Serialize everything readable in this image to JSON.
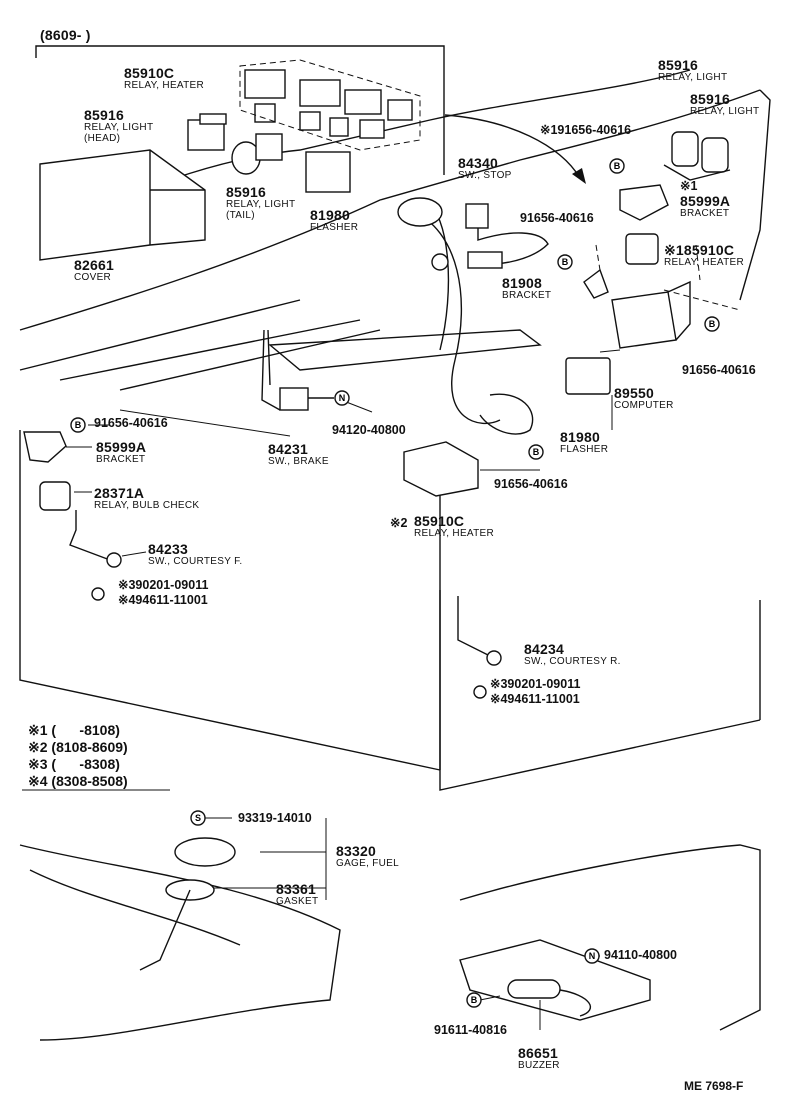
{
  "header": {
    "date_range": "(8609-        )"
  },
  "footer": {
    "code": "ME 7698-F"
  },
  "legend": [
    {
      "mark": "※1",
      "range": "(      -8108)"
    },
    {
      "mark": "※2",
      "range": "(8108-8609)"
    },
    {
      "mark": "※3",
      "range": "(      -8308)"
    },
    {
      "mark": "※4",
      "range": "(8308-8508)"
    }
  ],
  "parts": {
    "relay_heater_top": {
      "number": "85910C",
      "name": "RELAY, HEATER"
    },
    "relay_light_head": {
      "number": "85916",
      "name": "RELAY, LIGHT",
      "sub": "(HEAD)"
    },
    "relay_light_tail": {
      "number": "85916",
      "name": "RELAY, LIGHT",
      "sub": "(TAIL)"
    },
    "cover": {
      "number": "82661",
      "name": "COVER"
    },
    "flasher_top": {
      "number": "81980",
      "name": "FLASHER"
    },
    "sw_stop": {
      "number": "84340",
      "name": "SW., STOP"
    },
    "bolt_a": {
      "number": "※191656-40616"
    },
    "bolt_b": {
      "number": "91656-40616"
    },
    "relay_light_r1": {
      "number": "85916",
      "name": "RELAY, LIGHT"
    },
    "relay_light_r2": {
      "number": "85916",
      "name": "RELAY, LIGHT"
    },
    "bracket_r": {
      "mark": "※1",
      "number": "85999A",
      "name": "BRACKET"
    },
    "relay_heater_r": {
      "number": "※185910C",
      "name": "RELAY, HEATER"
    },
    "bracket_mid": {
      "number": "81908",
      "name": "BRACKET"
    },
    "bolt_c": {
      "number": "91656-40616"
    },
    "computer": {
      "number": "89550",
      "name": "COMPUTER"
    },
    "flasher_r": {
      "number": "81980",
      "name": "FLASHER"
    },
    "bolt_d": {
      "number": "91656-40616"
    },
    "bracket_l": {
      "number": "85999A",
      "name": "BRACKET"
    },
    "sw_brake": {
      "number": "84231",
      "name": "SW., BRAKE"
    },
    "nut_a": {
      "number": "94120-40800"
    },
    "bolt_e": {
      "number": "91656-40616"
    },
    "relay_bulb": {
      "number": "28371A",
      "name": "RELAY, BULB CHECK"
    },
    "relay_heater_mid": {
      "mark": "※2",
      "number": "85910C",
      "name": "RELAY, HEATER"
    },
    "sw_courtesy_f": {
      "number": "84233",
      "name": "SW., COURTESY F."
    },
    "screw_f": {
      "number": "※390201-09011"
    },
    "washer_f": {
      "number": "※494611-11001"
    },
    "sw_courtesy_r": {
      "number": "84234",
      "name": "SW., COURTESY R."
    },
    "screw_r": {
      "number": "※390201-09011"
    },
    "washer_r": {
      "number": "※494611-11001"
    },
    "screw_s": {
      "number": "93319-14010"
    },
    "gage_fuel": {
      "number": "83320",
      "name": "GAGE, FUEL"
    },
    "gasket": {
      "number": "83361",
      "name": "GASKET"
    },
    "nut_b": {
      "number": "94110-40800"
    },
    "bolt_f": {
      "number": "91611-40816"
    },
    "buzzer": {
      "number": "86651",
      "name": "BUZZER"
    }
  },
  "callout_marks": {
    "B": "B",
    "N": "N",
    "S": "S"
  }
}
